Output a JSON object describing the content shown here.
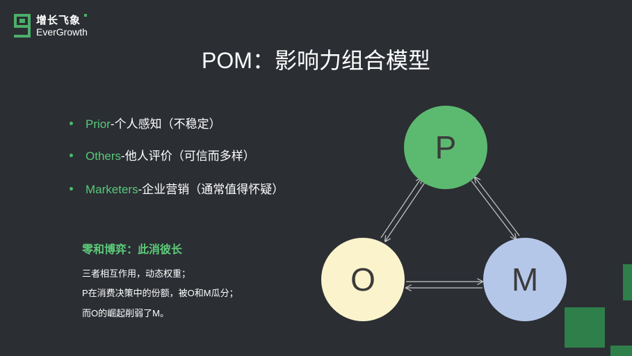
{
  "logo": {
    "cn": "增长飞象",
    "en": "EverGrowth"
  },
  "title": "POM：影响力组合模型",
  "bullets": [
    {
      "key": "Prior",
      "text": "-个人感知（不稳定）"
    },
    {
      "key": "Others",
      "text": "-他人评价（可信而多样）"
    },
    {
      "key": "Marketers",
      "text": "-企业营销（通常值得怀疑）"
    }
  ],
  "subheading": "零和博弈：此消彼长",
  "body": [
    "三者相互作用，动态权重；",
    "P在消费决策中的份额，被O和M瓜分；",
    "而O的崛起削弱了M。"
  ],
  "diagram": {
    "p": "P",
    "o": "O",
    "m": "M"
  },
  "colors": {
    "background": "#2b2e33",
    "accent": "#58c97a",
    "p": "#5cba70",
    "o": "#fbf3cc",
    "m": "#b5c7e8"
  }
}
